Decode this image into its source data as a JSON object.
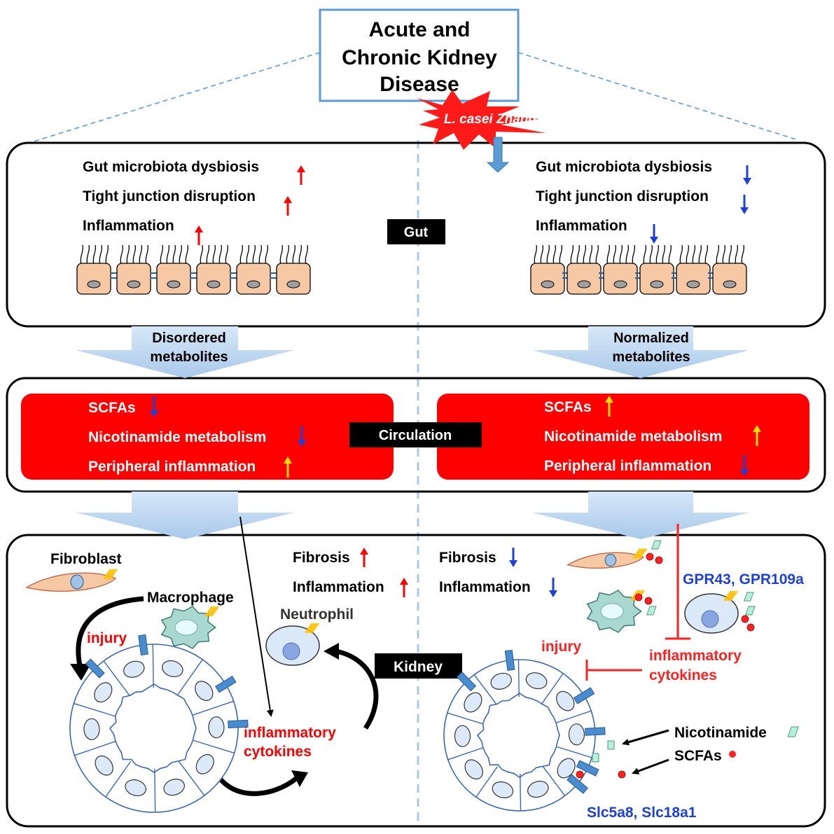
{
  "title": [
    "Acute and",
    "Chronic Kidney",
    "Disease"
  ],
  "treatment": "L. casei Zhang",
  "gut": {
    "label": "Gut",
    "left": [
      {
        "text": "Gut microbiota dysbiosis",
        "dir": "up"
      },
      {
        "text": "Tight junction disruption",
        "dir": "up"
      },
      {
        "text": "Inflammation",
        "dir": "up"
      }
    ],
    "right": [
      {
        "text": "Gut microbiota dysbiosis",
        "dir": "down"
      },
      {
        "text": "Tight junction disruption",
        "dir": "down"
      },
      {
        "text": "Inflammation",
        "dir": "down"
      }
    ]
  },
  "transition": {
    "left": [
      "Disordered",
      "metabolites"
    ],
    "right": [
      "Normalized",
      "metabolites"
    ]
  },
  "circulation": {
    "label": "Circulation",
    "left": [
      {
        "text": "SCFAs",
        "dir": "down",
        "color": "#1f3fd9"
      },
      {
        "text": "Nicotinamide metabolism",
        "dir": "down",
        "color": "#1f3fd9"
      },
      {
        "text": "Peripheral inflammation",
        "dir": "up",
        "color": "#ffe000"
      }
    ],
    "right": [
      {
        "text": "SCFAs",
        "dir": "up",
        "color": "#ffe000"
      },
      {
        "text": "Nicotinamide metabolism",
        "dir": "up",
        "color": "#ffe000"
      },
      {
        "text": "Peripheral inflammation",
        "dir": "down",
        "color": "#1f3fd9"
      }
    ]
  },
  "kidney": {
    "label": "Kidney",
    "left": {
      "fibroblast": "Fibroblast",
      "macrophage": "Macrophage",
      "neutrophil": "Neutrophil",
      "injury": "injury",
      "cytokines": [
        "inflammatory",
        "cytokines"
      ],
      "fibrosis": {
        "text": "Fibrosis",
        "dir": "up"
      },
      "inflammation": {
        "text": "Inflammation",
        "dir": "up"
      }
    },
    "right": {
      "fibrosis": {
        "text": "Fibrosis",
        "dir": "down"
      },
      "inflammation": {
        "text": "Inflammation",
        "dir": "down"
      },
      "receptors": "GPR43, GPR109a",
      "injury": "injury",
      "cytokines": [
        "inflammatory",
        "cytokines"
      ],
      "nicotinamide": "Nicotinamide",
      "scfas": "SCFAs",
      "transporters": "Slc5a8, Slc18a1"
    }
  },
  "colors": {
    "red": "#ff0000",
    "blue": "#1f3fd9",
    "yellow": "#ffe000",
    "title_border": "#5b9bd5",
    "arrow_fill": "#c6dcf2",
    "cell_fill": "#f6c8a4",
    "tubule_fill": "#dce9f8",
    "macrophage_fill": "#a8d8d0",
    "nicotinamide_fill": "#b7efd8"
  }
}
